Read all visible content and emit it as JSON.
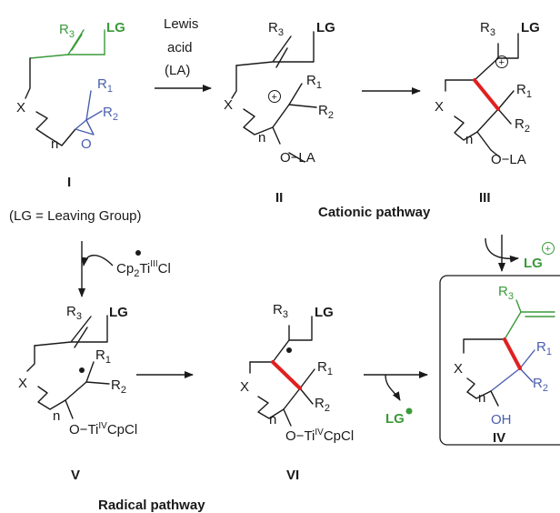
{
  "compounds": {
    "I": {
      "label": "I",
      "r1": "R",
      "r1_sub": "1",
      "r2": "R",
      "r2_sub": "2",
      "r3": "R",
      "r3_sub": "3",
      "lg": "LG",
      "x": "X",
      "n": "n",
      "o": "O"
    },
    "II": {
      "label": "II",
      "r1": "R",
      "r1_sub": "1",
      "r2": "R",
      "r2_sub": "2",
      "r3": "R",
      "r3_sub": "3",
      "lg": "LG",
      "x": "X",
      "n": "n",
      "ola": "O−LA"
    },
    "III": {
      "label": "III",
      "r1": "R",
      "r1_sub": "1",
      "r2": "R",
      "r2_sub": "2",
      "r3": "R",
      "r3_sub": "3",
      "lg": "LG",
      "x": "X",
      "n": "n",
      "ola": "O−LA"
    },
    "IV": {
      "label": "IV",
      "r1": "R",
      "r1_sub": "1",
      "r2": "R",
      "r2_sub": "2",
      "r3": "R",
      "r3_sub": "3",
      "x": "X",
      "n": "n",
      "oh": "OH"
    },
    "V": {
      "label": "V",
      "r1": "R",
      "r1_sub": "1",
      "r2": "R",
      "r2_sub": "2",
      "r3": "R",
      "r3_sub": "3",
      "lg": "LG",
      "x": "X",
      "n": "n",
      "oti_o": "O",
      "oti_ti": "Ti",
      "oti_ox": "IV",
      "oti_cp": "CpCl"
    },
    "VI": {
      "label": "VI",
      "r1": "R",
      "r1_sub": "1",
      "r2": "R",
      "r2_sub": "2",
      "r3": "R",
      "r3_sub": "3",
      "lg": "LG",
      "x": "X",
      "n": "n",
      "oti_o": "O",
      "oti_ti": "Ti",
      "oti_ox": "IV",
      "oti_cp": "CpCl"
    }
  },
  "notes": {
    "lewis_line1": "Lewis",
    "lewis_line2": "acid",
    "lewis_line3": "(LA)",
    "lg_def": "(LG = Leaving Group)",
    "cationic": "Cationic pathway",
    "radical": "Radical pathway",
    "reagent_cp": "Cp",
    "reagent_cp_sub": "2",
    "reagent_ti": "Ti",
    "reagent_ti_ox": "III",
    "reagent_cl": "Cl",
    "lg_cation": "LG",
    "lg_radical": "LG"
  },
  "charges": {
    "plus": "+"
  },
  "colors": {
    "green": "#3a9a3a",
    "blue": "#4a5fae",
    "red": "#e02020",
    "text": "#1a1a1a"
  }
}
